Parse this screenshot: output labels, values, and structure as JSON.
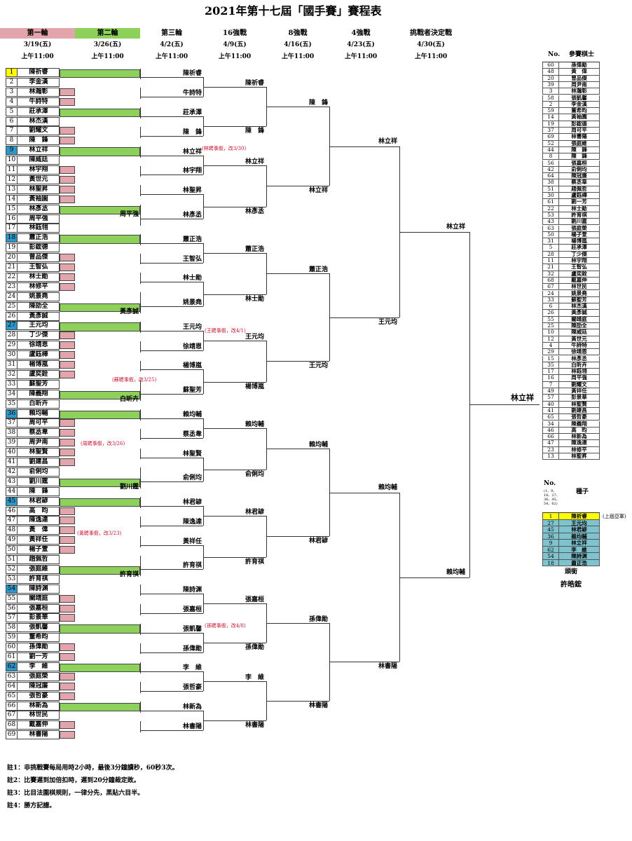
{
  "title": "2021年第十七屆「國手賽」賽程表",
  "headers": [
    {
      "label": "第一輪",
      "date": "3/19(五)",
      "time": "上午11:00",
      "color": "#e3a5ac"
    },
    {
      "label": "第二輪",
      "date": "3/26(五)",
      "time": "上午11:00",
      "color": "#8ed15a"
    },
    {
      "label": "第三輪",
      "date": "4/2(五)",
      "time": "上午11:00",
      "color": ""
    },
    {
      "label": "16強戰",
      "date": "4/9(五)",
      "time": "上午11:00",
      "color": ""
    },
    {
      "label": "8強戰",
      "date": "4/16(五)",
      "time": "上午11:00",
      "color": ""
    },
    {
      "label": "4強戰",
      "date": "4/23(五)",
      "time": "上午11:00",
      "color": ""
    },
    {
      "label": "挑戰者決定戰",
      "date": "4/30(五)",
      "time": "上午11:00",
      "color": ""
    }
  ],
  "players": [
    "陳祈睿",
    "李金漢",
    "林瀚彰",
    "牛詩特",
    "莊承澤",
    "林杰漢",
    "劉耀文",
    "陳　鋒",
    "林立祥",
    "陳威廷",
    "林宇翔",
    "黃世元",
    "林聖昇",
    "黃袖園",
    "林彥丞",
    "周平強",
    "林鈺翎",
    "蕭正浩",
    "彭鋐德",
    "曾品傑",
    "王智弘",
    "林士勛",
    "林修平",
    "姚景堯",
    "陳劭全",
    "黃彥誠",
    "王元均",
    "丁少傑",
    "徐靖恩",
    "盧鈺樺",
    "楊博嵐",
    "盧奕銓",
    "蘇聖芳",
    "陳義翔",
    "白昕卉",
    "賴均輔",
    "周可平",
    "蔡丞韋",
    "周尹南",
    "林聖賢",
    "劉建昌",
    "俞俐均",
    "劉川霆",
    "陳　鋒",
    "林君諺",
    "高　昀",
    "陳逸達",
    "黃　偉",
    "黃祥任",
    "楊子萱",
    "趙佩哲",
    "張庭維",
    "許育祺",
    "陳詩渊",
    "關靖庭",
    "張嘉桓",
    "彭景華",
    "張凱馨",
    "董希昀",
    "孫偉勛",
    "劉一芳",
    "李　維",
    "張庭榮",
    "陳冠廉",
    "張哲豪",
    "林新為",
    "林世民",
    "戴嘉伸",
    "林書陽"
  ],
  "round2_winners": [
    {
      "pair": [
        15,
        16
      ],
      "name": "周平強"
    },
    {
      "pair": [
        25,
        26
      ],
      "name": "黃彥誠"
    },
    {
      "pair": [
        34,
        35
      ],
      "name": "白昕卉"
    },
    {
      "pair": [
        43,
        44
      ],
      "name": "劉川霆"
    },
    {
      "pair": [
        52,
        53
      ],
      "name": "許育祺"
    }
  ],
  "round3_winners": [
    "陳祈睿",
    "牛詩特",
    "莊承澤",
    "陳　鋒",
    "林立祥",
    "林宇翔",
    "林聖昇",
    "林彥丞",
    "蕭正浩",
    "王智弘",
    "林士勛",
    "姚景堯",
    "王元均",
    "徐靖恩",
    "楊博嵐",
    "蘇聖芳",
    "賴均輔",
    "蔡丞韋",
    "林聖賢",
    "俞俐均",
    "林君諺",
    "陳逸達",
    "黃祥任",
    "許育祺",
    "陳詩渊",
    "張嘉桓",
    "張凱馨",
    "孫偉勛",
    "李　維",
    "張哲豪",
    "林新為",
    "林書陽"
  ],
  "r16_winners": [
    "陳祈睿",
    "陳　鋒",
    "林立祥",
    "林彥丞",
    "蕭正浩",
    "林士勛",
    "王元均",
    "楊博嵐",
    "賴均輔",
    "俞俐均",
    "林君諺",
    "許育祺",
    "張嘉桓",
    "孫偉勛",
    "李　維",
    "林書陽"
  ],
  "qf_winners": [
    "陳　鋒",
    "林立祥",
    "蕭正浩",
    "王元均",
    "賴均輔",
    "林君諺",
    "孫偉勛",
    "林書陽"
  ],
  "sf_winners": [
    "林立祥",
    "王元均",
    "賴均輔",
    "林書陽"
  ],
  "final_winners": [
    "林立祥",
    "賴均輔"
  ],
  "champion": "林立祥",
  "notes": [
    "(林聘事假，改3/30)",
    "(王聘事假，改4/1)",
    "(蘇聘事假，改3/25)",
    "(周聘事假，改3/26)",
    "(黃聘事假，改3/23)",
    "(孫聘事假，改4/8)"
  ],
  "ranking": {
    "header_no": "No.",
    "header_name": "參賽棋士",
    "rows": [
      [
        "60",
        "孫偉勛"
      ],
      [
        "48",
        "黃　偉"
      ],
      [
        "20",
        "曾品傑"
      ],
      [
        "39",
        "周尹南"
      ],
      [
        "3",
        "林瀚彰"
      ],
      [
        "58",
        "張凱馨"
      ],
      [
        "2",
        "李金漢"
      ],
      [
        "59",
        "董希昀"
      ],
      [
        "14",
        "黃袖園"
      ],
      [
        "19",
        "彭鋐德"
      ],
      [
        "37",
        "周可平"
      ],
      [
        "69",
        "林書陽"
      ],
      [
        "52",
        "張庭維"
      ],
      [
        "44",
        "陳　鋒"
      ],
      [
        "8",
        "陳　鋒"
      ],
      [
        "56",
        "張嘉桓"
      ],
      [
        "42",
        "俞俐均"
      ],
      [
        "64",
        "陳冠廉"
      ],
      [
        "38",
        "蔡丞韋"
      ],
      [
        "51",
        "趙佩哲"
      ],
      [
        "30",
        "盧鈺樺"
      ],
      [
        "61",
        "劉一芳"
      ],
      [
        "22",
        "林士勛"
      ],
      [
        "53",
        "許育祺"
      ],
      [
        "43",
        "劉川霆"
      ],
      [
        "63",
        "張庭榮"
      ],
      [
        "50",
        "楊子萱"
      ],
      [
        "31",
        "楊博嵐"
      ],
      [
        "5",
        "莊承澤"
      ],
      [
        "28",
        "丁少傑"
      ],
      [
        "11",
        "林宇翔"
      ],
      [
        "21",
        "王智弘"
      ],
      [
        "32",
        "盧奕銓"
      ],
      [
        "68",
        "戴嘉伸"
      ],
      [
        "67",
        "林世民"
      ],
      [
        "24",
        "姚景堯"
      ],
      [
        "33",
        "蘇聖芳"
      ],
      [
        "6",
        "林杰漢"
      ],
      [
        "26",
        "黃彥誠"
      ],
      [
        "55",
        "關靖庭"
      ],
      [
        "25",
        "陳劭全"
      ],
      [
        "10",
        "陳威廷"
      ],
      [
        "12",
        "黃世元"
      ],
      [
        "4",
        "牛詩特"
      ],
      [
        "29",
        "徐靖恩"
      ],
      [
        "15",
        "林彥丞"
      ],
      [
        "35",
        "白昕卉"
      ],
      [
        "17",
        "林鈺翎"
      ],
      [
        "16",
        "周平強"
      ],
      [
        "7",
        "劉耀文"
      ],
      [
        "49",
        "黃祥任"
      ],
      [
        "57",
        "彭景華"
      ],
      [
        "40",
        "林聖賢"
      ],
      [
        "41",
        "劉建昌"
      ],
      [
        "65",
        "張哲豪"
      ],
      [
        "34",
        "陳義翔"
      ],
      [
        "46",
        "高　昀"
      ],
      [
        "66",
        "林新為"
      ],
      [
        "47",
        "陳逸達"
      ],
      [
        "23",
        "林修平"
      ],
      [
        "13",
        "林聖昇"
      ]
    ]
  },
  "seeds": {
    "header_no": "No.",
    "header_note": "(1、9、18、27、36、45、54、62)",
    "header_name": "種子",
    "rows": [
      [
        "1",
        "陳祈睿"
      ],
      [
        "27",
        "王元均"
      ],
      [
        "45",
        "林君諺"
      ],
      [
        "36",
        "賴均輔"
      ],
      [
        "9",
        "林立祥"
      ],
      [
        "62",
        "李　維"
      ],
      [
        "54",
        "陳詩渊"
      ],
      [
        "18",
        "蕭正浩"
      ]
    ],
    "first_note": "(上屆亞軍)"
  },
  "referee_label": "頭銜",
  "referee_name": "許皓鋐",
  "footnotes": [
    "註1：非挑戰賽每局用時2小時，最後3分鐘讀秒，60秒3次。",
    "註2：比賽遲到加倍扣時，遲到20分鐘裁定敗。",
    "註3：比目法圍棋規則，一律分先，黑貼六目半。",
    "註4：勝方記譜。"
  ],
  "colors": {
    "seed_yellow": "#ffff00",
    "seed_blue": "#2e97c9",
    "round1": "#e3a5ac",
    "round2": "#8ed15a",
    "note_red": "#c8102e"
  }
}
